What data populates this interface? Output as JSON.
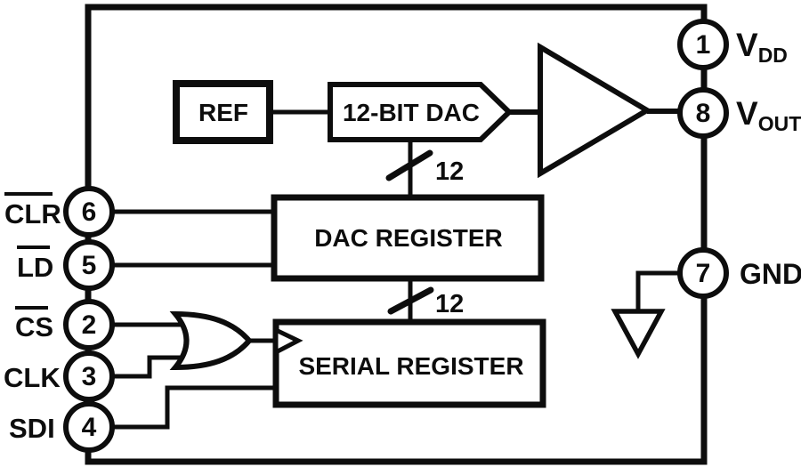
{
  "diagram": {
    "blocks": {
      "ref": {
        "label": "REF"
      },
      "dac": {
        "label": "12-BIT DAC"
      },
      "dac_register": {
        "label": "DAC REGISTER"
      },
      "serial_register": {
        "label": "SERIAL REGISTER"
      }
    },
    "buses": {
      "dac_bus": {
        "width_label": "12"
      },
      "register_bus": {
        "width_label": "12"
      }
    },
    "pins_left": [
      {
        "number": "6",
        "label": "CLR",
        "active_low": true
      },
      {
        "number": "5",
        "label": "LD",
        "active_low": true
      },
      {
        "number": "2",
        "label": "CS",
        "active_low": true
      },
      {
        "number": "3",
        "label": "CLK",
        "active_low": false
      },
      {
        "number": "4",
        "label": "SDI",
        "active_low": false
      }
    ],
    "pins_right": [
      {
        "number": "1",
        "label": "V",
        "subscript": "DD"
      },
      {
        "number": "8",
        "label": "V",
        "subscript": "OUT"
      },
      {
        "number": "7",
        "label": "GND",
        "subscript": ""
      }
    ],
    "colors": {
      "line": "#0d0d0d",
      "text": "#0d0d0d",
      "background": "#ffffff"
    }
  }
}
